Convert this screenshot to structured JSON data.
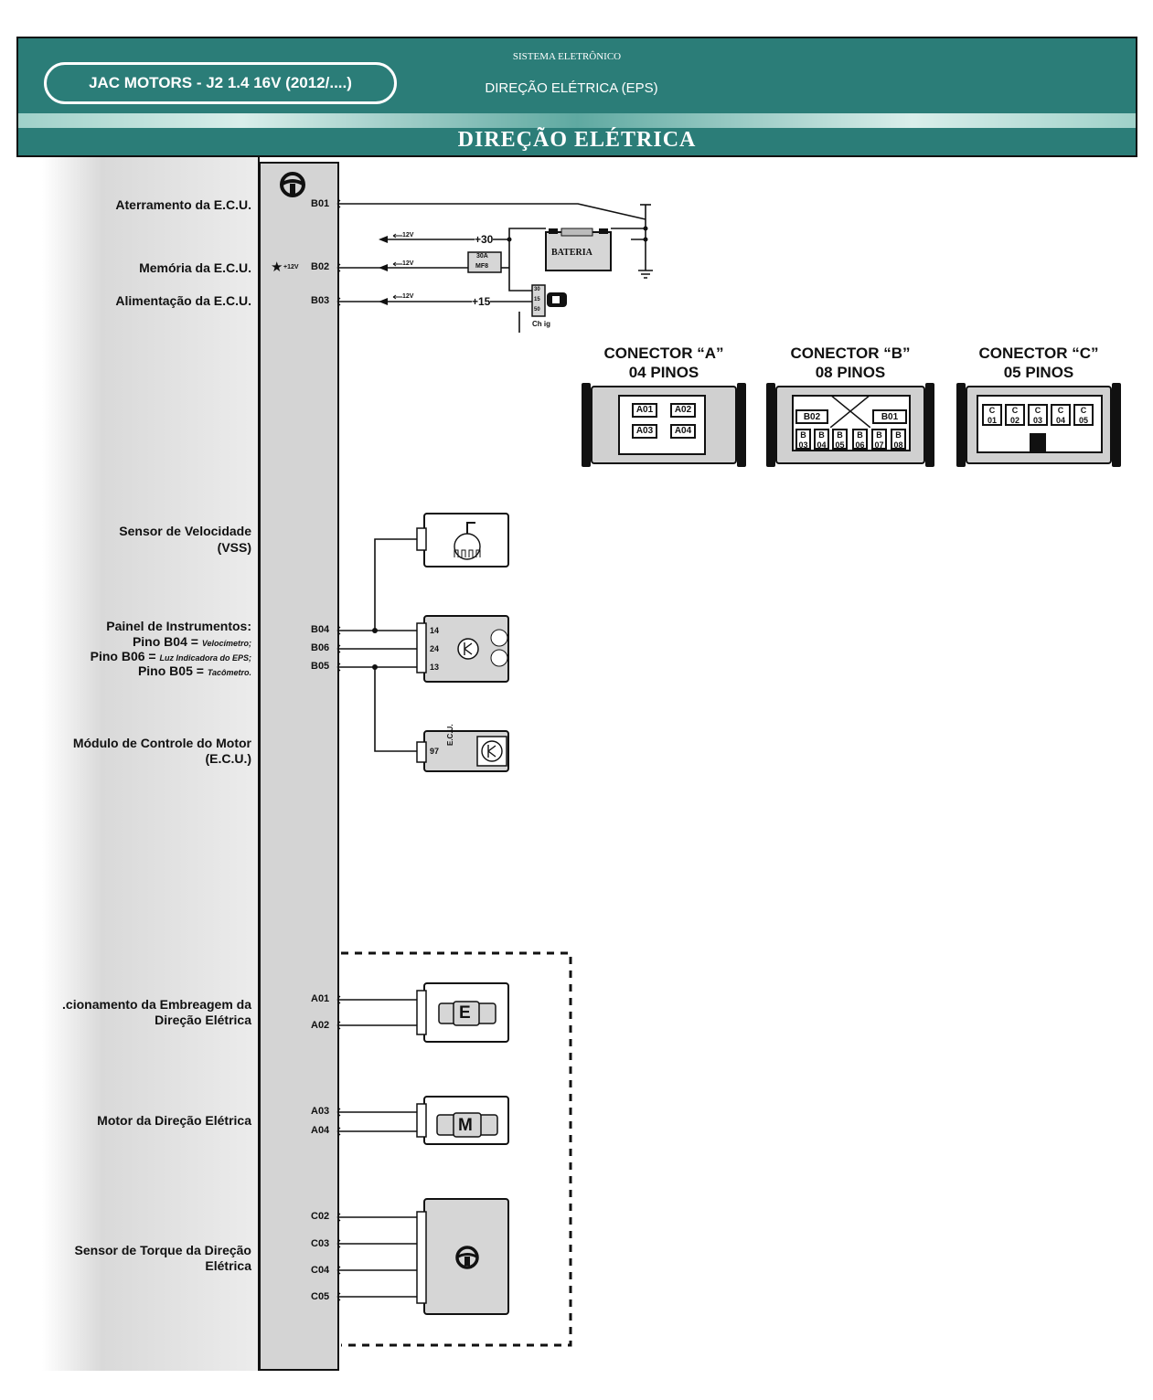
{
  "header": {
    "model": "JAC MOTORS - J2 1.4 16V (2012/....)",
    "system_label": "SISTEMA ELETRÔNICO",
    "system_name": "DIREÇÃO ELÉTRICA (EPS)",
    "section_title": "DIREÇÃO ELÉTRICA"
  },
  "labels": {
    "ground": "Aterramento da E.C.U.",
    "memory": "Memória da E.C.U.",
    "power": "Alimentação da E.C.U.",
    "vss_1": "Sensor de Velocidade",
    "vss_2": "(VSS)",
    "panel_1": "Painel de Instrumentos:",
    "panel_b04": "Pino B04 = ",
    "panel_b04_desc": "Velocímetro;",
    "panel_b06": "Pino B06 = ",
    "panel_b06_desc": "Luz Indicadora do EPS;",
    "panel_b05": "Pino B05 = ",
    "panel_b05_desc": "Tacômetro.",
    "ecm_1": "Módulo de Controle do Motor",
    "ecm_2": "(E.C.U.)",
    "clutch_1": ".cionamento da Embreagem da",
    "clutch_2": "Direção Elétrica",
    "motor": "Motor da Direção Elétrica",
    "torque_1": "Sensor de Torque da Direção",
    "torque_2": "Elétrica"
  },
  "pins": {
    "b01": "B01",
    "b02": "B02",
    "b03": "B03",
    "b04": "B04",
    "b06": "B06",
    "b05": "B05",
    "a01": "A01",
    "a02": "A02",
    "a03": "A03",
    "a04": "A04",
    "c02": "C02",
    "c03": "C03",
    "c04": "C04",
    "c05": "C05",
    "mem_mark": "★",
    "mem_volt": "+12V"
  },
  "power": {
    "v12": "12V",
    "plus30": "+30",
    "plus15": "+15",
    "fuse_amp": "30A",
    "fuse_name": "MF8",
    "battery": "BATERIA",
    "ign_30": "30",
    "ign_15": "15",
    "ign_50": "50",
    "ign_label": "Ch ig"
  },
  "components": {
    "panel_pin14": "14",
    "panel_pin24": "24",
    "panel_pin13": "13",
    "ecm_pin97": "97",
    "ecm_label": "E.C.U.",
    "clutch_letter": "E",
    "motor_letter": "M"
  },
  "connectors": {
    "a_title": "CONECTOR “A”",
    "a_pins": "04 PINOS",
    "a_cells": [
      "A01",
      "A02",
      "A03",
      "A04"
    ],
    "b_title": "CONECTOR “B”",
    "b_pins": "08 PINOS",
    "b_top": [
      "B02",
      "B01"
    ],
    "b_cells": [
      "B 03",
      "B 04",
      "B 05",
      "B 06",
      "B 07",
      "B 08"
    ],
    "c_title": "CONECTOR “C”",
    "c_pins": "05 PINOS",
    "c_cells": [
      "C 01",
      "C 02",
      "C 03",
      "C 04",
      "C 05"
    ]
  }
}
